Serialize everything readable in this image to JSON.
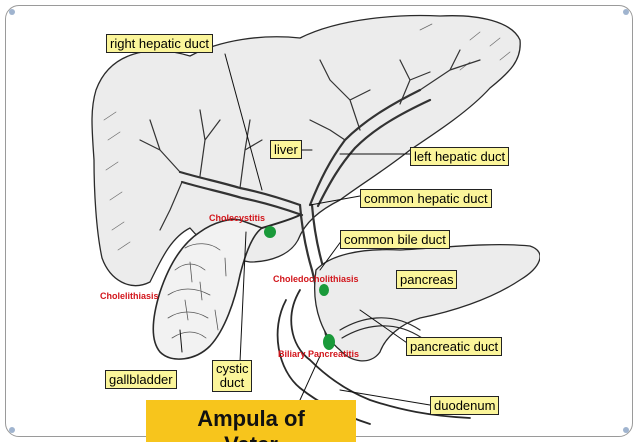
{
  "labels": {
    "right_hepatic_duct": "right hepatic duct",
    "liver": "liver",
    "left_hepatic_duct": "left hepatic duct",
    "common_hepatic_duct": "common hepatic duct",
    "common_bile_duct": "common bile duct",
    "pancreas": "pancreas",
    "pancreatic_duct": "pancreatic duct",
    "gallbladder": "gallbladder",
    "cystic_duct_line1": "cystic",
    "cystic_duct_line2": "duct",
    "duodenum": "duodenum"
  },
  "conditions": {
    "cholecystitis": "Cholecystitis",
    "cholelithiasis": "Cholelithiasis",
    "choledocholithiasis": "Choledocholithiasis",
    "biliary_pancreatitis": "Biliary Pancreatitis"
  },
  "title": {
    "line1": "Ampula of",
    "line2": "Vater"
  },
  "colors": {
    "label_bg": "#fbf59a",
    "condition_text": "#d2151b",
    "stone_marker": "#1a9a3a",
    "title_bg": "#f7c51c"
  }
}
